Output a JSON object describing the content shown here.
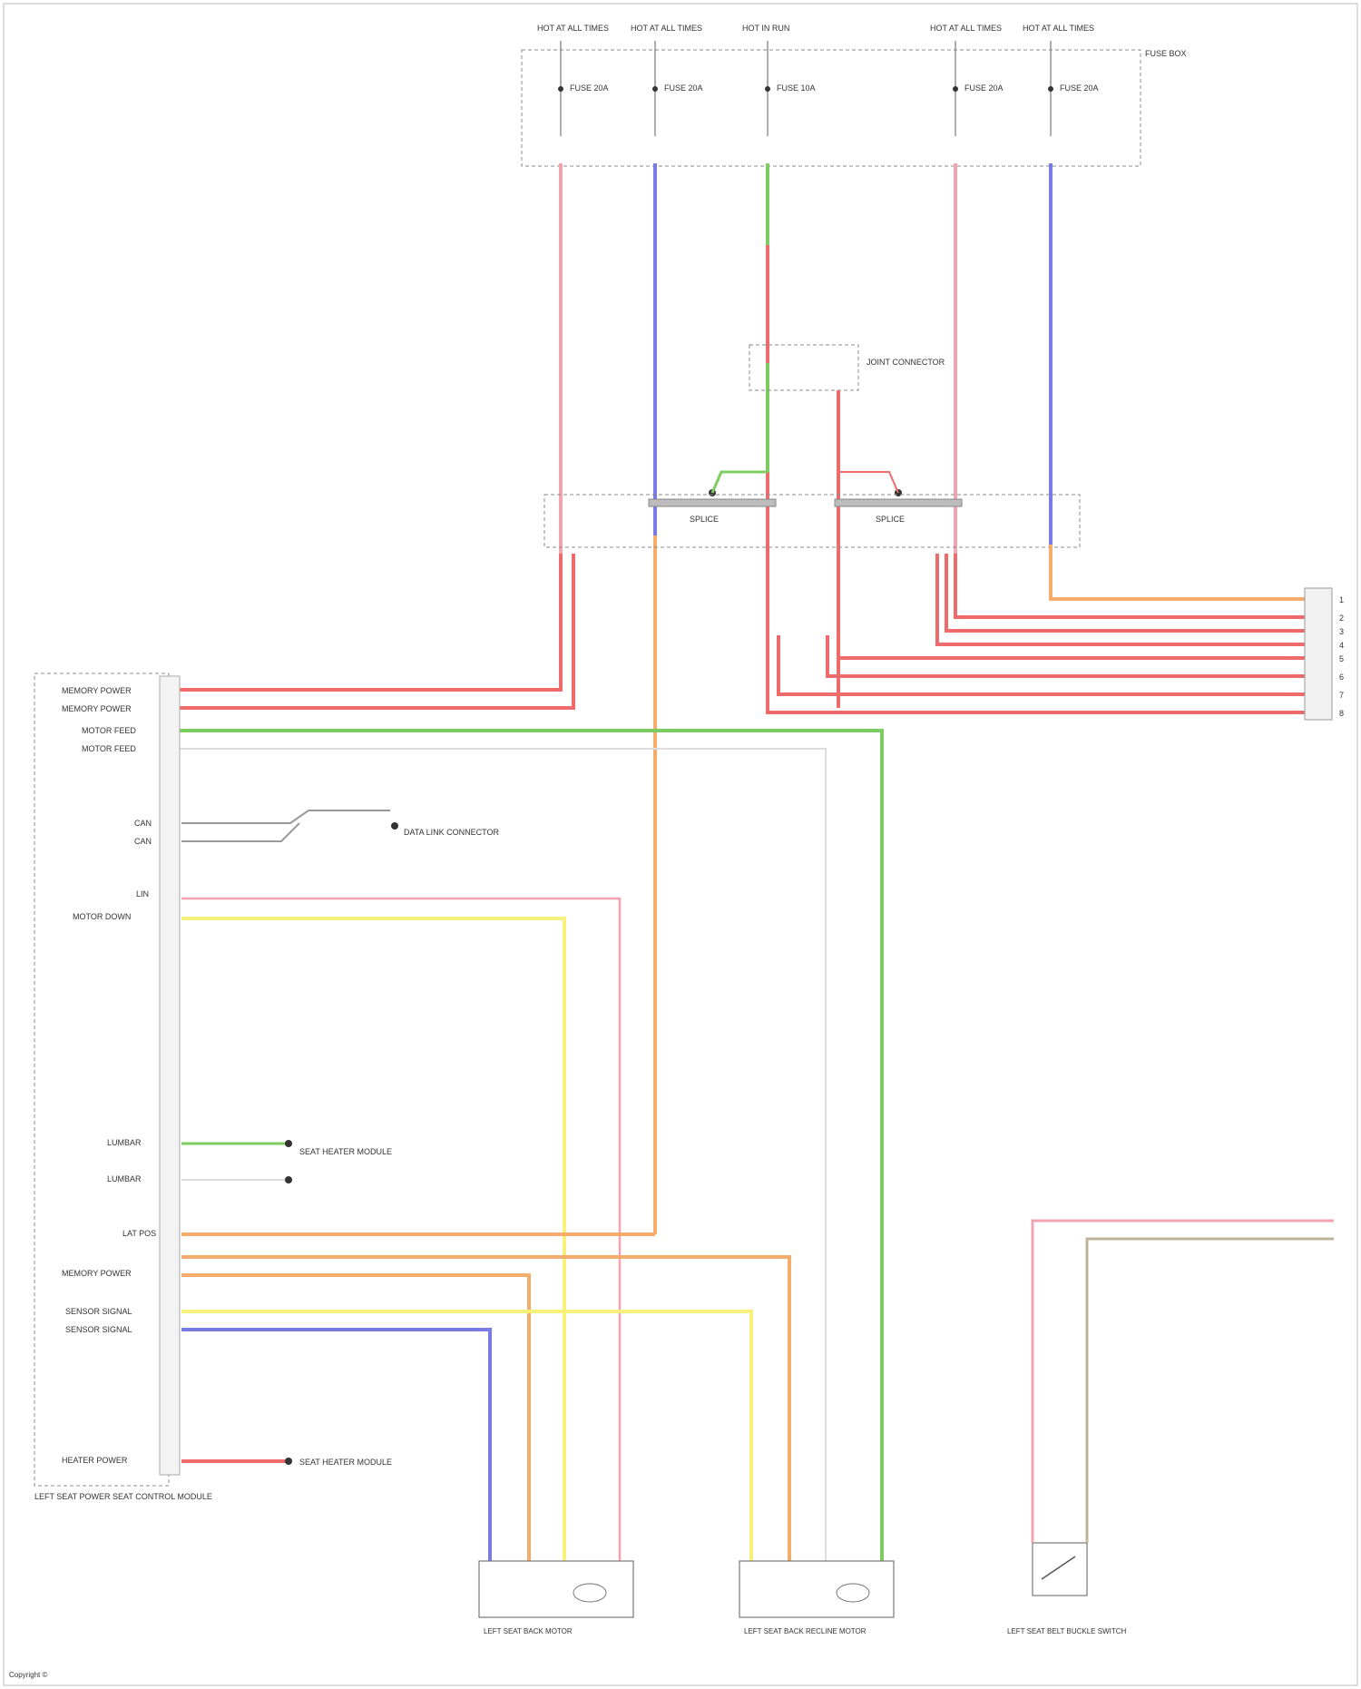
{
  "diagram": {
    "fuses": [
      {
        "circuit": "HOT AT ALL TIMES",
        "label": "FUSE 20A"
      },
      {
        "circuit": "HOT AT ALL TIMES",
        "label": "FUSE 20A"
      },
      {
        "circuit": "HOT IN RUN",
        "label": "FUSE 10A"
      },
      {
        "circuit": "HOT AT ALL TIMES",
        "label": "FUSE 20A"
      },
      {
        "circuit": "HOT AT ALL TIMES",
        "label": "FUSE 20A"
      }
    ],
    "fuse_box_label": "FUSE BOX",
    "connector_label": "JOINT CONNECTOR",
    "splices": [
      "SPLICE",
      "SPLICE"
    ],
    "module_label": "LEFT SEAT POWER SEAT CONTROL MODULE",
    "module_pins": [
      "MEMORY POWER",
      "MEMORY POWER",
      "MOTOR FEED",
      "MOTOR FEED",
      "CAN",
      "CAN",
      "LIN",
      "MOTOR DOWN",
      "LUMBAR",
      "LUMBAR",
      "LAT POS",
      "MEMORY POWER",
      "SENSOR SIGNAL",
      "SENSOR SIGNAL",
      "HEATER POWER"
    ],
    "right_connector_pins": [
      "1",
      "2",
      "3",
      "4",
      "5",
      "6",
      "7",
      "8"
    ],
    "refs": [
      "DATA LINK CONNECTOR",
      "SEAT HEATER MODULE",
      "SEAT HEATER MODULE"
    ],
    "components": [
      "LEFT SEAT BACK MOTOR",
      "LEFT SEAT BACK RECLINE MOTOR",
      "LEFT SEAT BELT BUCKLE SWITCH"
    ],
    "footer": "Copyright ©"
  }
}
